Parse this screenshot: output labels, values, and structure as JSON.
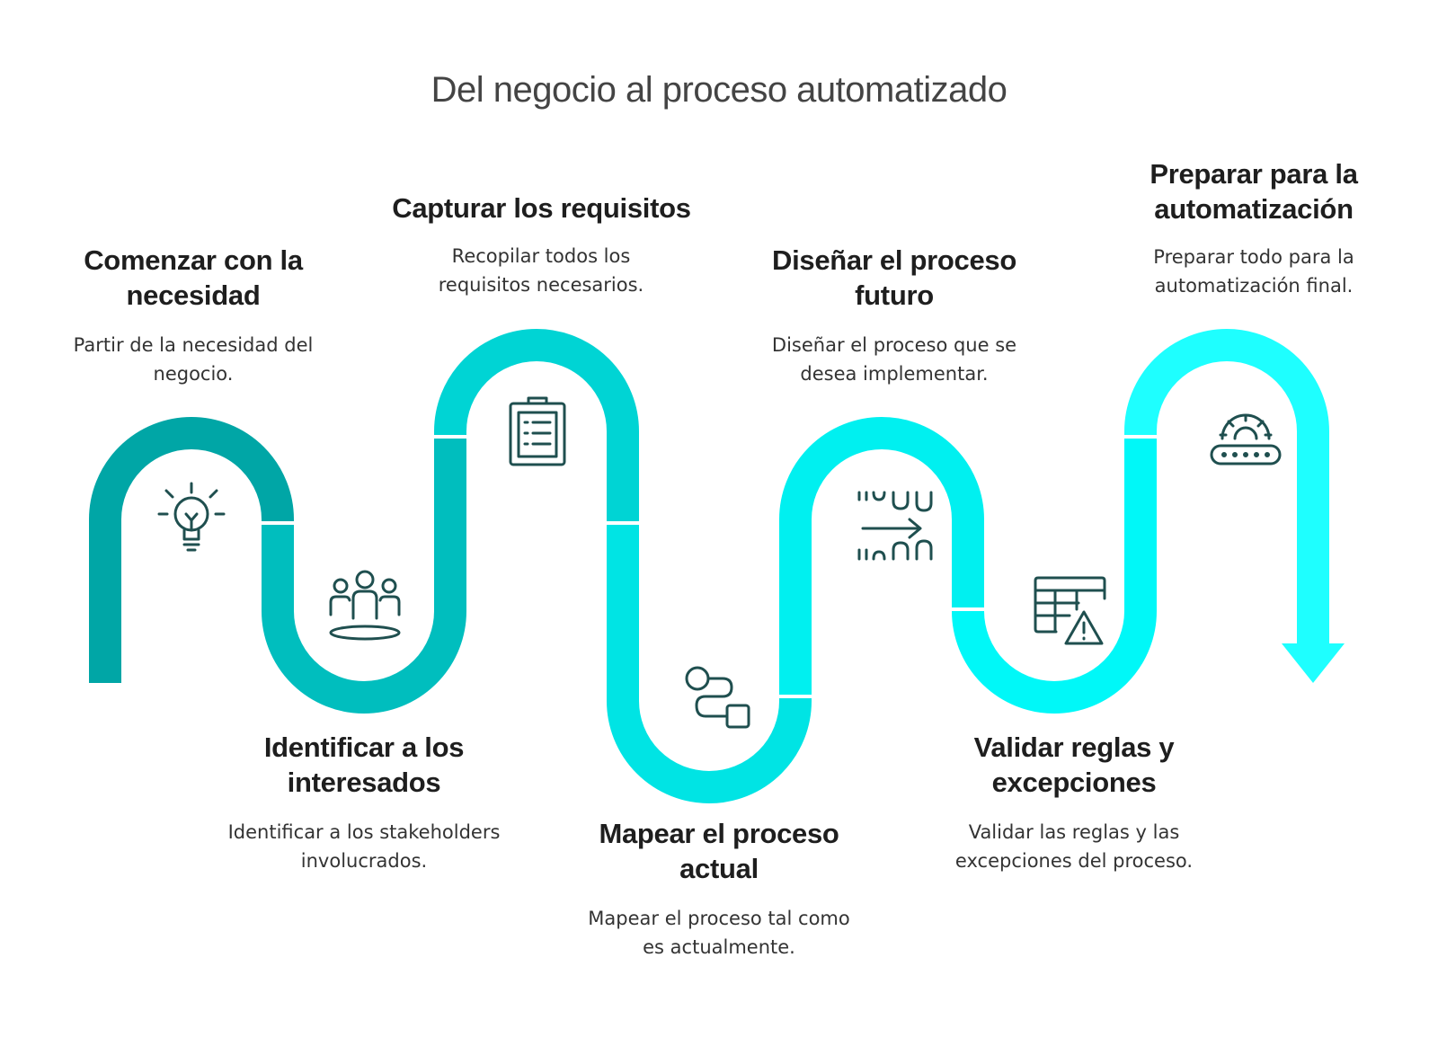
{
  "title": "Del negocio al proceso automatizado",
  "colors": {
    "segment_1": "#00A6A6",
    "segment_2": "#00BEBE",
    "segment_3": "#00D4D4",
    "segment_4": "#00E4E4",
    "segment_5": "#00F0F0",
    "segment_6": "#00F8F8",
    "segment_7": "#1EFFFF",
    "icon_stroke": "#1F4F4F"
  },
  "steps": [
    {
      "title": "Comenzar con la necesidad",
      "description": "Partir de la necesidad del negocio.",
      "icon": "lightbulb-icon"
    },
    {
      "title": "Identificar a los interesados",
      "description": "Identificar a los stakeholders involucrados.",
      "icon": "people-group-icon"
    },
    {
      "title": "Capturar los requisitos",
      "description": "Recopilar todos los requisitos necesarios.",
      "icon": "clipboard-checklist-icon"
    },
    {
      "title": "Mapear el proceso actual",
      "description": "Mapear el proceso tal como es actualmente.",
      "icon": "process-flow-icon"
    },
    {
      "title": "Diseñar el proceso futuro",
      "description": "Diseñar el proceso que se desea implementar.",
      "icon": "transformation-arrow-icon"
    },
    {
      "title": "Validar reglas y excepciones",
      "description": "Validar las reglas y las excepciones del proceso.",
      "icon": "table-warning-icon"
    },
    {
      "title": "Preparar para la automatización",
      "description": "Preparar todo para la automatización final.",
      "icon": "conveyor-gear-icon"
    }
  ]
}
